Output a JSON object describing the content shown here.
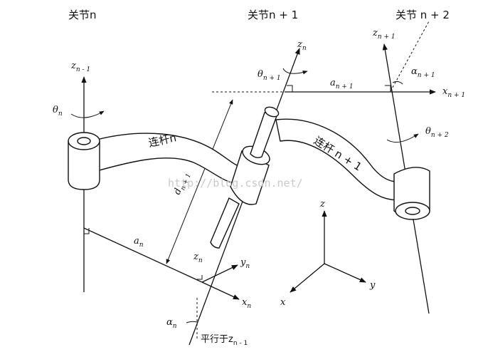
{
  "joints": {
    "joint_n": "关节n",
    "joint_n1": "关节n + 1",
    "joint_n2": "关节 n + 2"
  },
  "links": {
    "link_n": "连杆n",
    "link_n1": "连杆 n + 1"
  },
  "axes": {
    "z_n_minus_1": "z",
    "z_n_minus_1_sub": "n - 1",
    "z_n": "z",
    "z_n_sub": "n",
    "z_n_plus_1": "z",
    "z_n_plus_1_sub": "n + 1",
    "x_n_plus_1": "x",
    "x_n_plus_1_sub": "n + 1",
    "z_frame": "z",
    "z_frame_sub": "n",
    "x_frame": "x",
    "x_frame_sub": "n",
    "y_frame": "y",
    "y_frame_sub": "n",
    "world_z": "z",
    "world_x": "x",
    "world_y": "y"
  },
  "params": {
    "theta_n": "θ",
    "theta_n_sub": "n",
    "theta_n1": "θ",
    "theta_n1_sub": "n + 1",
    "theta_n2": "θ",
    "theta_n2_sub": "n + 2",
    "a_n": "a",
    "a_n_sub": "n",
    "a_n1": "a",
    "a_n1_sub": "n + 1",
    "d_n1": "d",
    "d_n1_sub": "n + 1",
    "alpha_n": "α",
    "alpha_n_sub": "n",
    "alpha_n1": "α",
    "alpha_n1_sub": "n + 1"
  },
  "parallel": {
    "label": "平行于z",
    "sub": "n - 1"
  },
  "watermark": "http://blog.csdn.net/"
}
